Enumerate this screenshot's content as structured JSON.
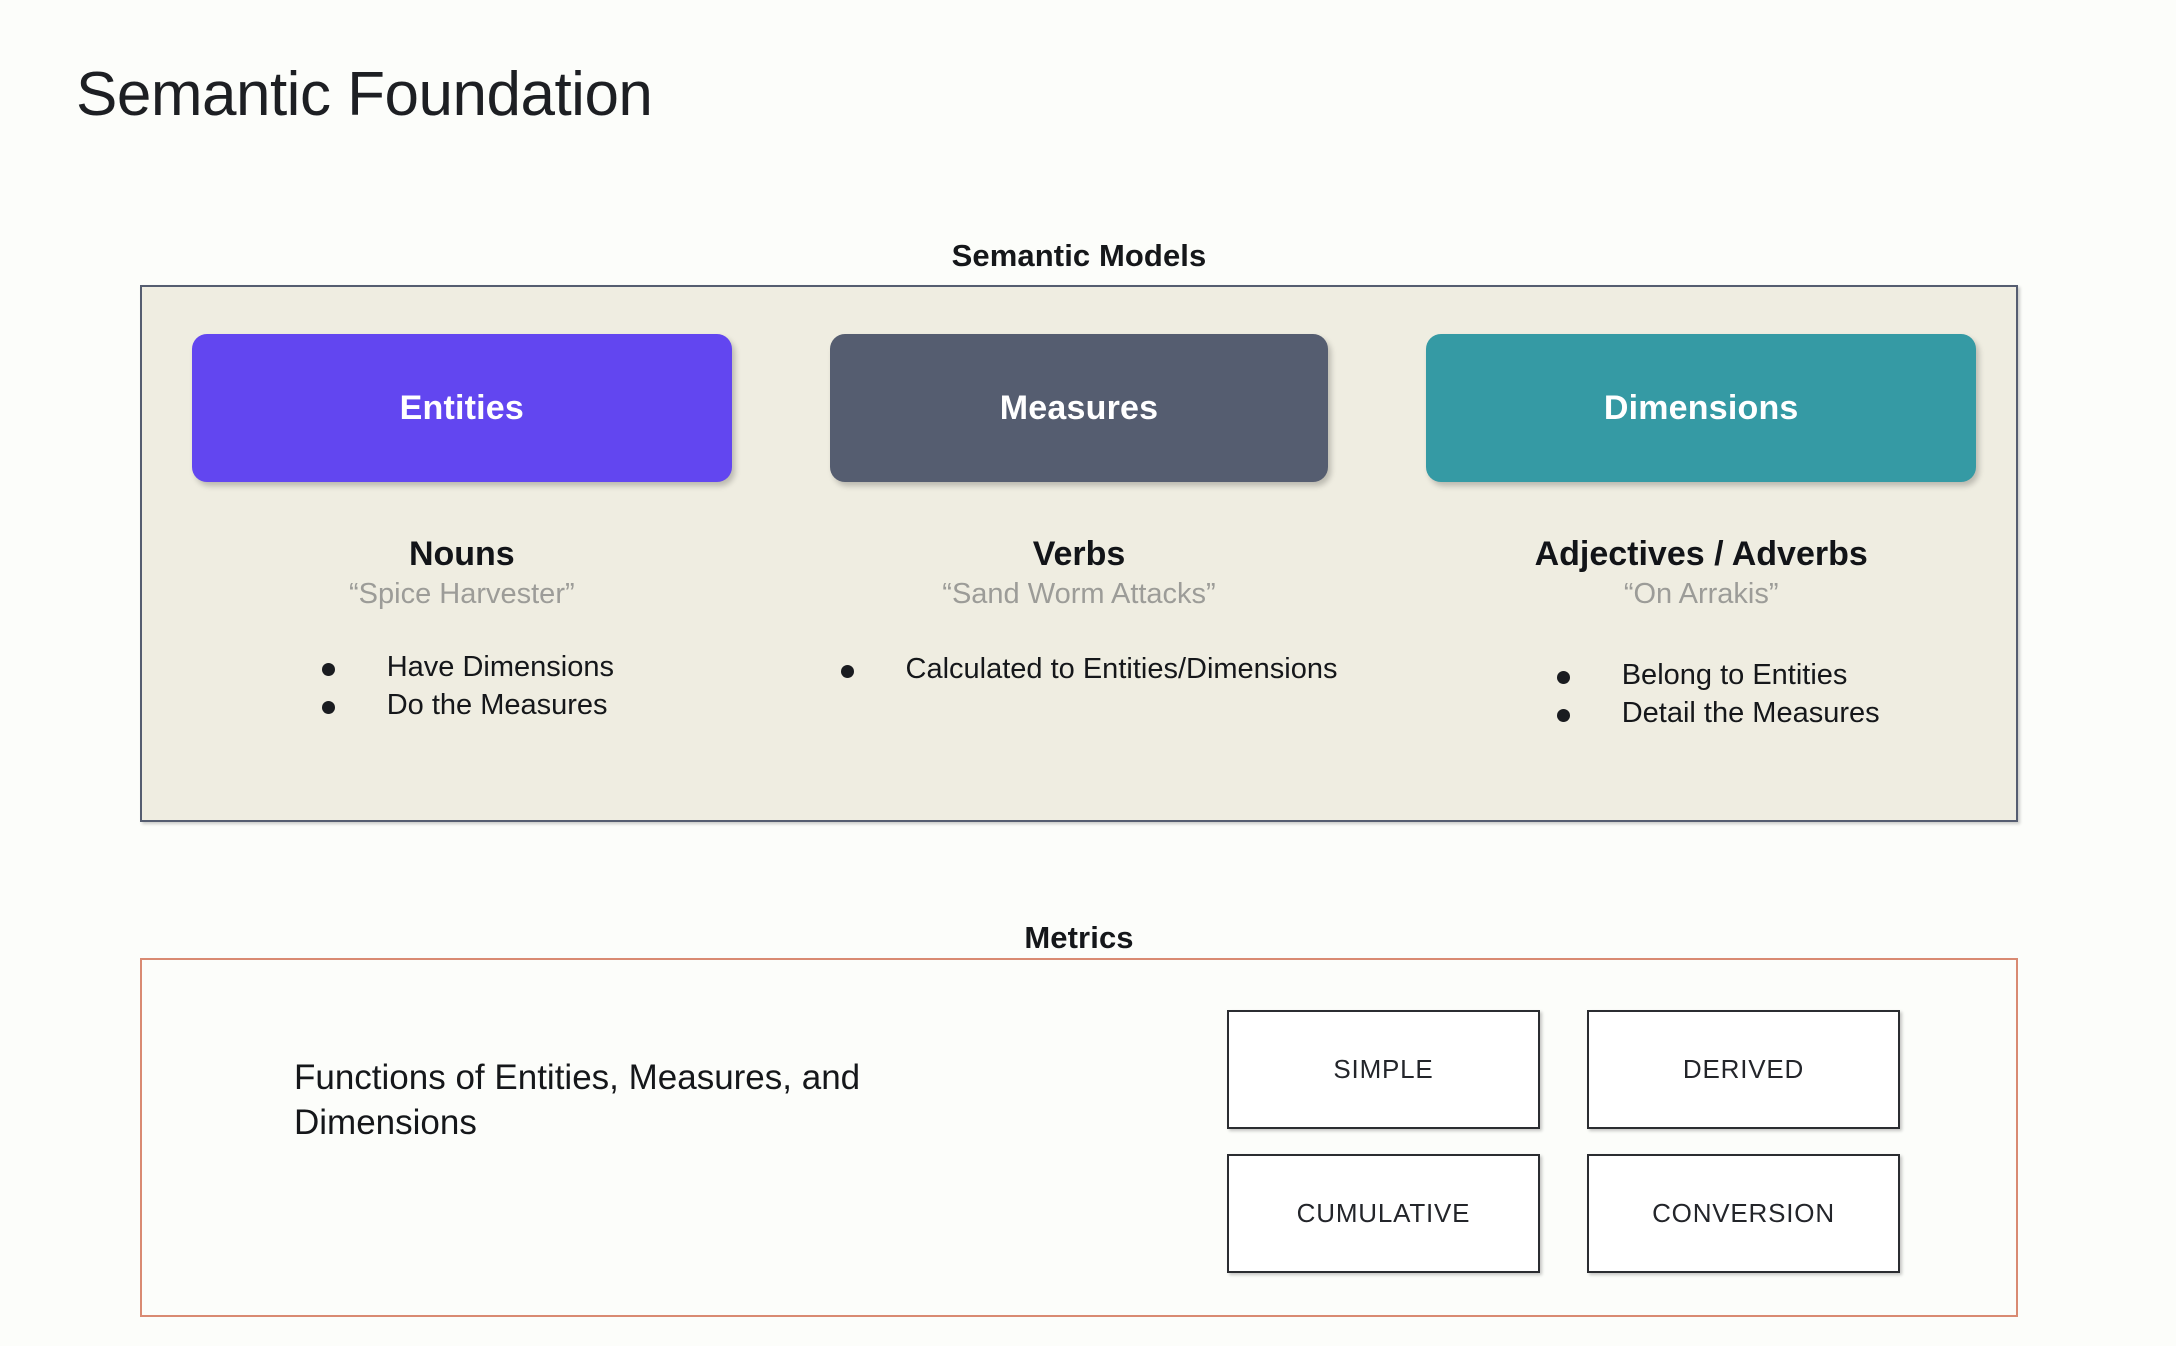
{
  "slide": {
    "title": "Semantic Foundation"
  },
  "semantic_models": {
    "heading": "Semantic Models",
    "panel_bg": "#EFEDE1",
    "panel_border": "#555D70",
    "columns": [
      {
        "chip_label": "Entities",
        "chip_color": "#6246F0",
        "part_of_speech": "Nouns",
        "example": "“Spice Harvester”",
        "bullets": [
          "Have Dimensions",
          "Do the Measures"
        ]
      },
      {
        "chip_label": "Measures",
        "chip_color": "#555D70",
        "part_of_speech": "Verbs",
        "example": "“Sand Worm Attacks”",
        "bullets": [
          "Calculated to Entities/Dimensions"
        ]
      },
      {
        "chip_label": "Dimensions",
        "chip_color": "#359AA4",
        "part_of_speech": "Adjectives / Adverbs",
        "example": "“On Arrakis”",
        "bullets": [
          "Belong to Entities",
          "Detail the Measures"
        ]
      }
    ]
  },
  "metrics": {
    "heading": "Metrics",
    "panel_border": "#D98A72",
    "description": "Functions of Entities, Measures, and Dimensions",
    "types": [
      "SIMPLE",
      "DERIVED",
      "CUMULATIVE",
      "CONVERSION"
    ]
  }
}
